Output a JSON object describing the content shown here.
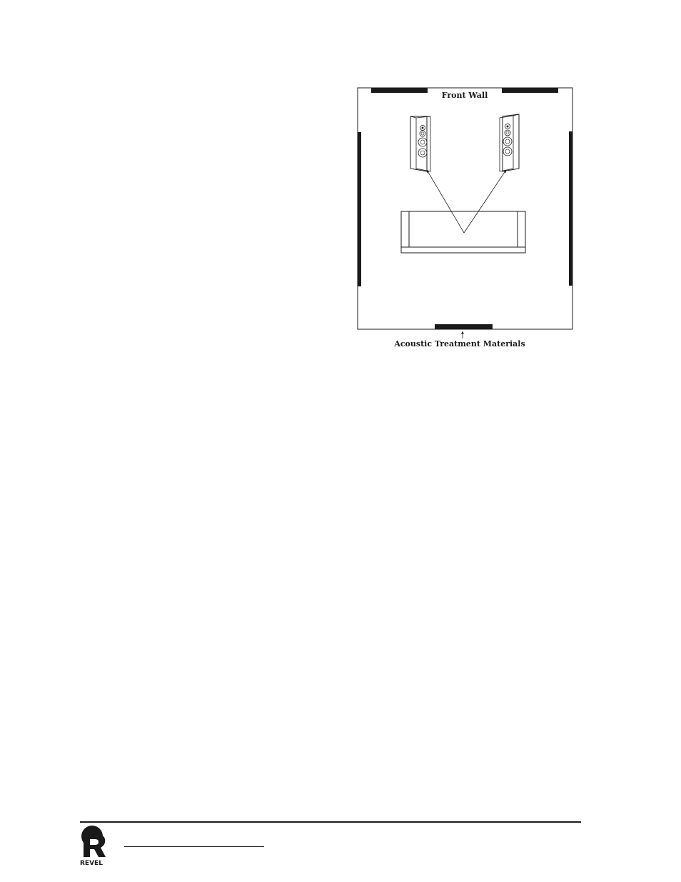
{
  "diagram": {
    "front_wall_label": "Front Wall",
    "acoustic_label": "Acoustic Treatment Materials",
    "room_color": "#1a1a1a",
    "panel_color": "#1a1a1a",
    "components": [
      "speaker-left",
      "speaker-right",
      "sofa",
      "acoustic-panels"
    ]
  },
  "footer": {
    "logo_text": "REVEL"
  }
}
